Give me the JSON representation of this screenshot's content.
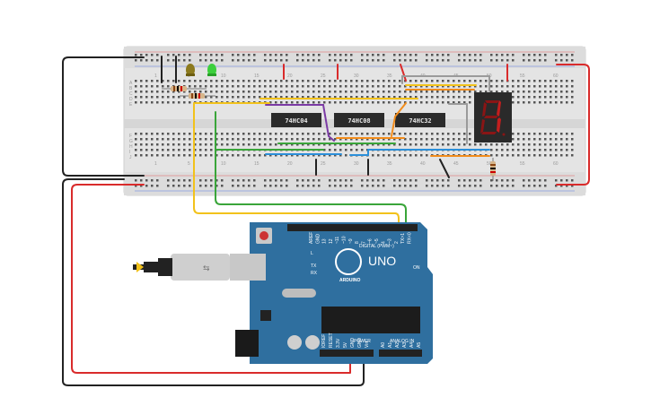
{
  "breadboard": {
    "column_numbers": [
      "1",
      "5",
      "10",
      "15",
      "20",
      "25",
      "30",
      "35",
      "40",
      "45",
      "50",
      "55",
      "60"
    ],
    "row_letters_top": [
      "A",
      "B",
      "C",
      "D",
      "E"
    ],
    "row_letters_bottom": [
      "F",
      "G",
      "H",
      "I",
      "J"
    ]
  },
  "chips": [
    {
      "label": "74HC04"
    },
    {
      "label": "74HC08"
    },
    {
      "label": "74HC32"
    }
  ],
  "arduino": {
    "model": "UNO",
    "brand": "ARDUINO",
    "digital_label": "DIGITAL (PWM~)",
    "power_label": "POWER",
    "analog_label": "ANALOG IN",
    "on_label": "ON",
    "tx_label": "TX",
    "rx_label": "RX",
    "l_label": "L",
    "digital_pins": [
      "AREF",
      "GND",
      "13",
      "12",
      "~11",
      "~10",
      "~9",
      "8",
      "7",
      "~6",
      "~5",
      "4",
      "~3",
      "2",
      "TX>1",
      "RX<0"
    ],
    "power_pins": [
      "IOREF",
      "RESET",
      "3.3V",
      "5V",
      "GND",
      "GND",
      "Vin"
    ],
    "analog_pins": [
      "A0",
      "A1",
      "A2",
      "A3",
      "A4",
      "A5"
    ]
  },
  "colors": {
    "board": "#2f6f9f",
    "breadboard": "#e6e6e6",
    "wire_red": "#d92b2b",
    "wire_black": "#222222",
    "wire_yellow": "#f2c21b",
    "wire_green": "#3aa53a",
    "wire_orange": "#f28c1b",
    "wire_purple": "#7b3aa5",
    "wire_blue": "#2b8fd9",
    "wire_gray": "#9a9a9a"
  }
}
